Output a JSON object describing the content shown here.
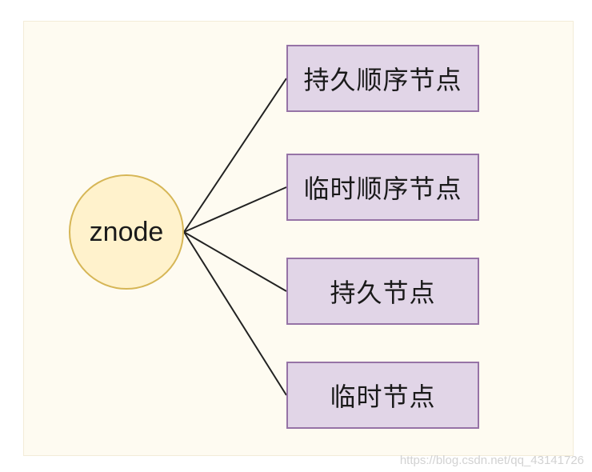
{
  "diagram": {
    "root": {
      "label": "znode"
    },
    "children": [
      {
        "label": "持久顺序节点"
      },
      {
        "label": "临时顺序节点"
      },
      {
        "label": "持久节点"
      },
      {
        "label": "临时节点"
      }
    ],
    "colors": {
      "root_fill": "#fff2cc",
      "root_stroke": "#d6b656",
      "child_fill": "#e1d5e7",
      "child_stroke": "#9673a6",
      "panel_fill": "#fefbf1",
      "line": "#222222"
    }
  },
  "watermark": "https://blog.csdn.net/qq_43141726"
}
